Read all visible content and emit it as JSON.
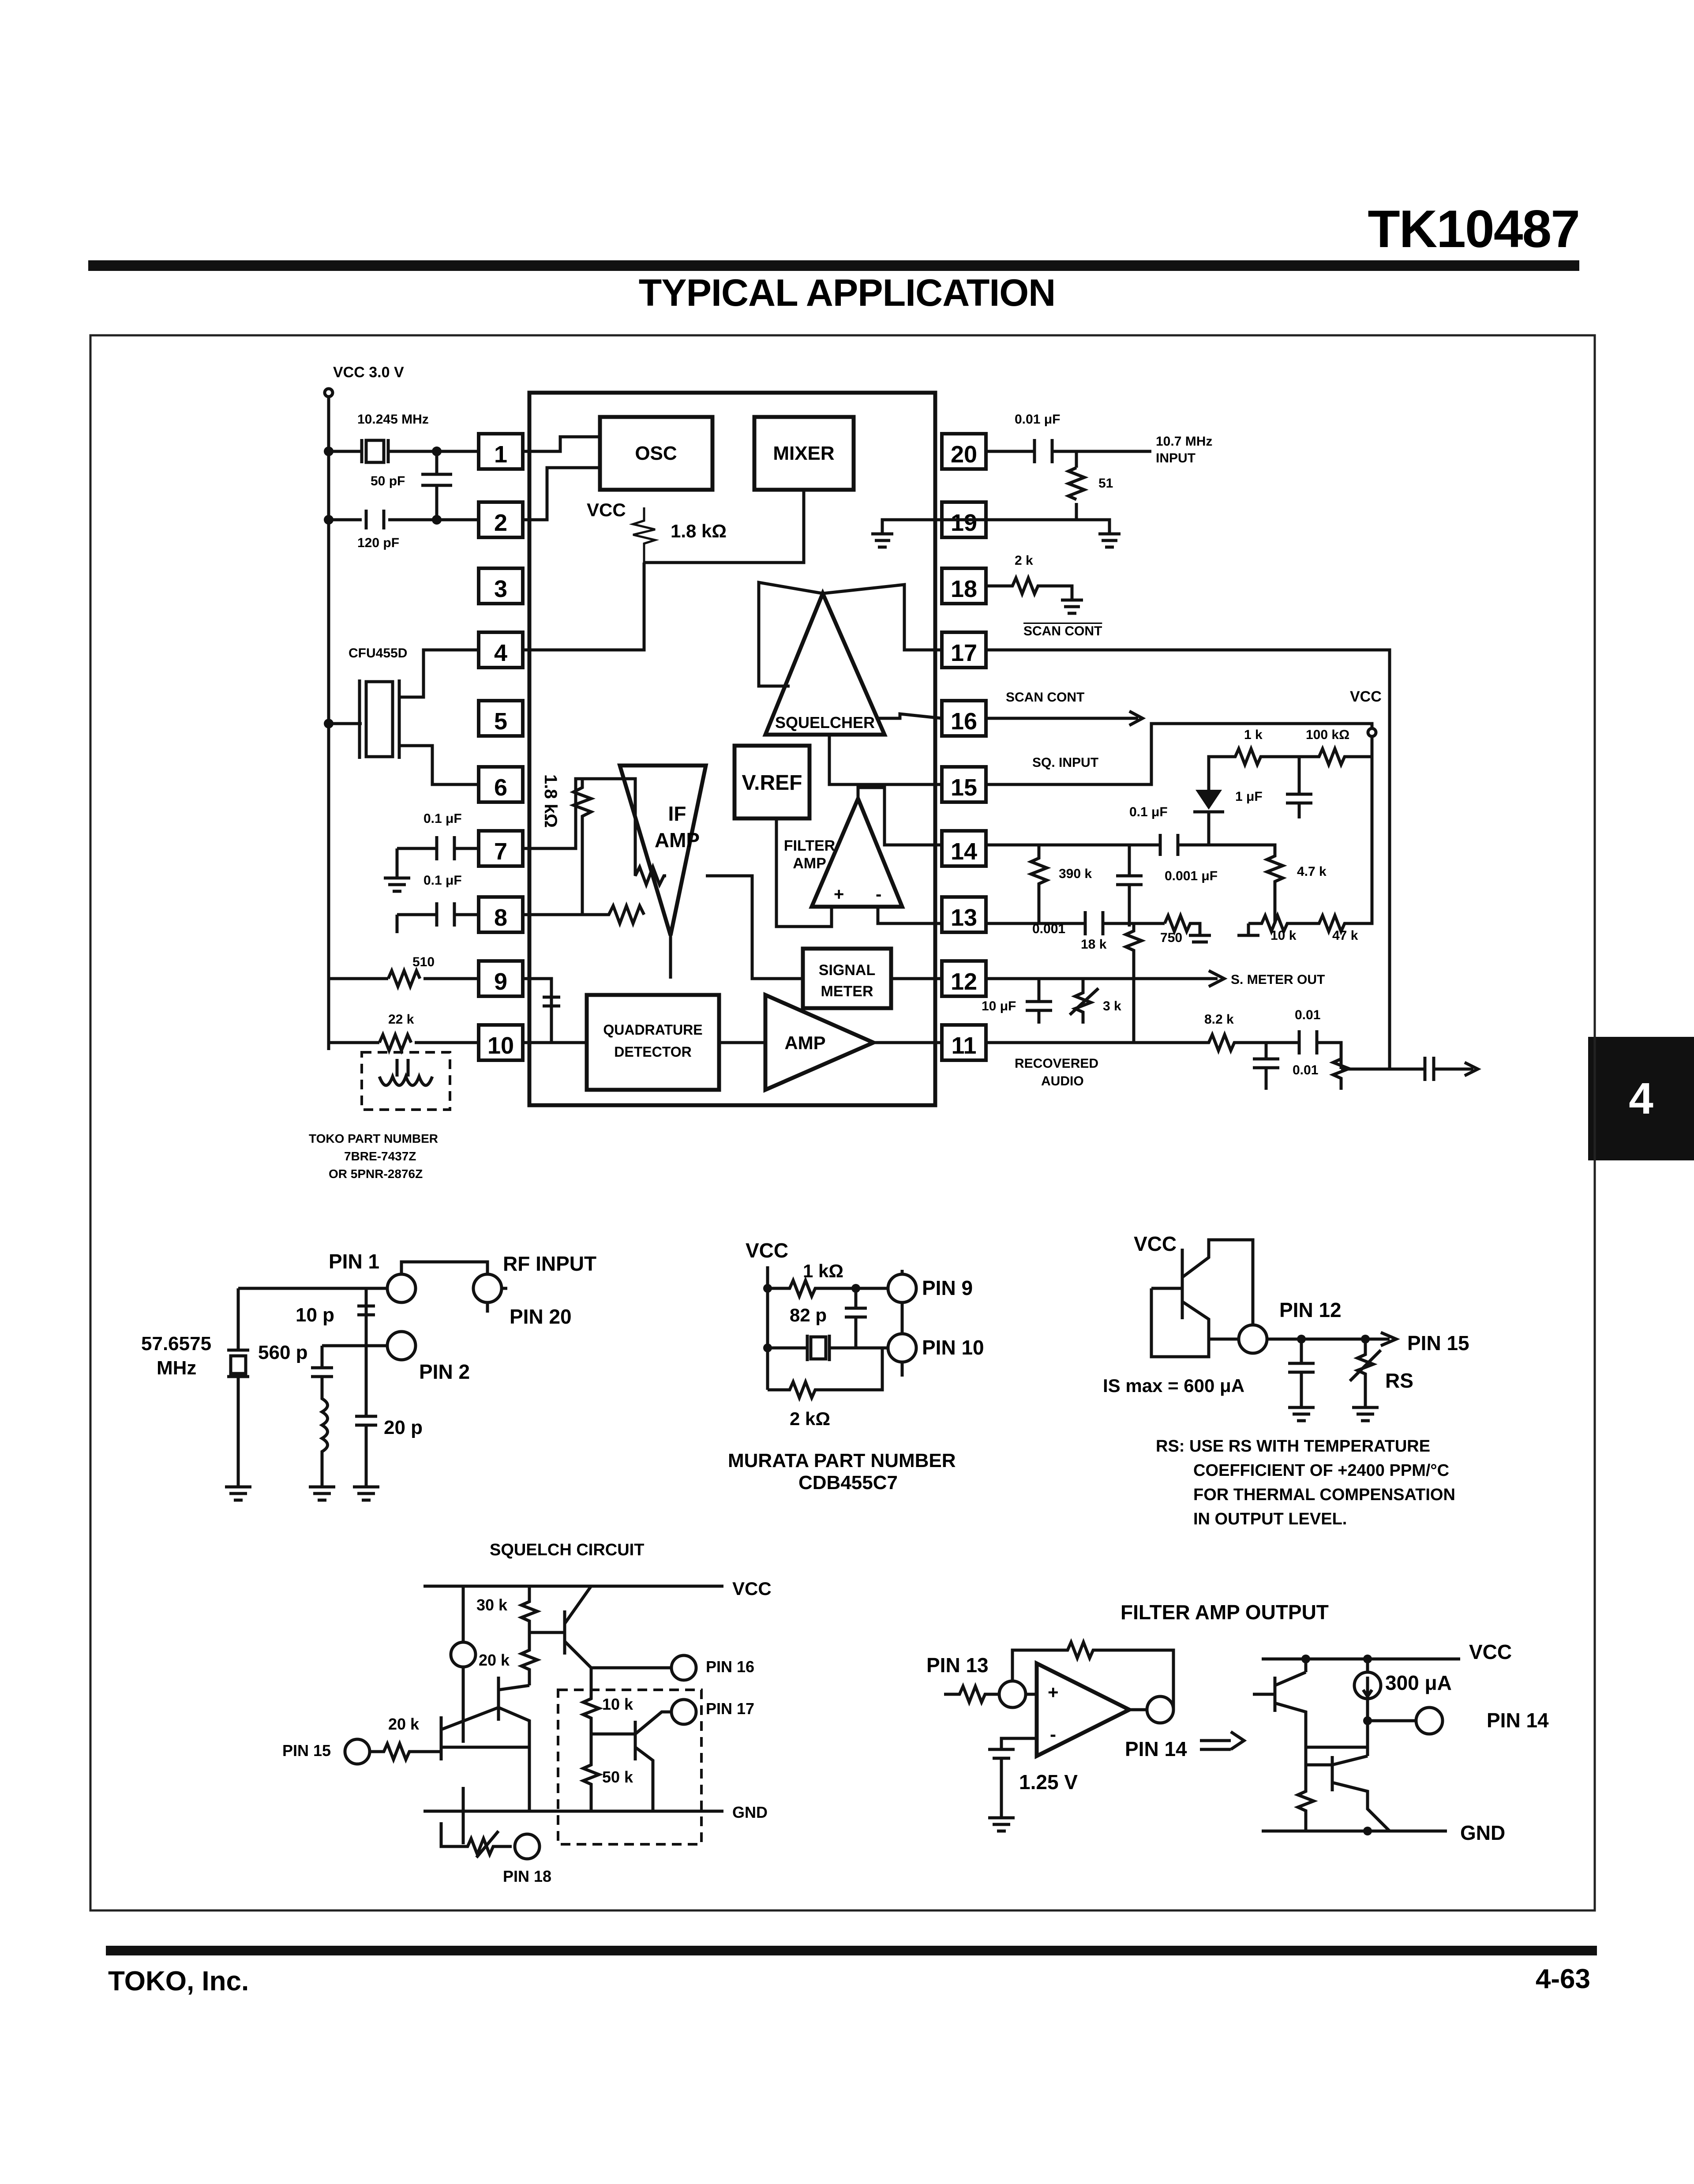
{
  "header": {
    "part_number": "TK10487",
    "section_title": "TYPICAL APPLICATION"
  },
  "side_tab": {
    "label": "4"
  },
  "footer": {
    "company": "TOKO, Inc.",
    "page": "4-63"
  },
  "main_circuit": {
    "vcc_supply": "VCC 3.0 V",
    "pins_left": [
      "1",
      "2",
      "3",
      "4",
      "5",
      "6",
      "7",
      "8",
      "9",
      "10"
    ],
    "pins_right": [
      "20",
      "19",
      "18",
      "17",
      "16",
      "15",
      "14",
      "13",
      "12",
      "11"
    ],
    "blocks": {
      "osc": "OSC",
      "mixer": "MIXER",
      "vcc_inner": "VCC",
      "res_1_8k": "1.8 kΩ",
      "squelcher": "SQUELCHER",
      "vref": "V.REF",
      "if_amp_1": "IF",
      "if_amp_2": "AMP",
      "filter_amp_1": "FILTER",
      "filter_amp_2": "AMP",
      "signal_meter_1": "SIGNAL",
      "signal_meter_2": "METER",
      "quad_det_1": "QUADRATURE",
      "quad_det_2": "DETECTOR",
      "amp": "AMP",
      "res_1_8k_vertical": "1.8 kΩ"
    },
    "left_labels": {
      "crystal": "10.245 MHz",
      "cap_50pf": "50 pF",
      "cap_120pf": "120 pF",
      "filter": "CFU455D",
      "cap7": "0.1 μF",
      "cap8": "0.1 μF",
      "res9": "510",
      "res10": "22 k",
      "toko_1": "TOKO PART NUMBER",
      "toko_2": "7BRE-7437Z",
      "toko_3": "OR 5PNR-2876Z"
    },
    "right_labels": {
      "cap20": "0.01 μF",
      "input_1": "10.7 MHz",
      "input_2": "INPUT",
      "res51": "51",
      "res18": "2 k",
      "scan_cont_bar": "SCAN CONT",
      "scan_cont": "SCAN CONT",
      "vcc": "VCC",
      "sq_input": "SQ. INPUT",
      "r1k": "1 k",
      "r100k": "100 kΩ",
      "c1uf": "1 μF",
      "c01uf": "0.1 μF",
      "r390k": "390 k",
      "c0001uf": "0.001 μF",
      "r47k_small": "4.7 k",
      "c0001": "0.001",
      "r750": "750",
      "r18k": "18 k",
      "r10k": "10 k",
      "r47k": "47 k",
      "s_meter_out": "S. METER OUT",
      "c10uf": "10 μF",
      "r3k": "3 k",
      "r82k": "8.2 k",
      "c001_a": "0.01",
      "c001_b": "0.01",
      "recovered_1": "RECOVERED",
      "recovered_2": "AUDIO"
    }
  },
  "crystal_circuit": {
    "pin1": "PIN 1",
    "rf_input": "RF INPUT",
    "pin20": "PIN 20",
    "pin2": "PIN 2",
    "c10p": "10 p",
    "c560p": "560 p",
    "c20p": "20 p",
    "freq_1": "57.6575",
    "freq_2": "MHz"
  },
  "murata_circuit": {
    "vcc": "VCC",
    "r1k": "1 kΩ",
    "c82p": "82 p",
    "r2k": "2 kΩ",
    "pin9": "PIN 9",
    "pin10": "PIN 10",
    "part_1": "MURATA PART NUMBER",
    "part_2": "CDB455C7"
  },
  "meter_circuit": {
    "vcc": "VCC",
    "pin12": "PIN 12",
    "pin15": "PIN 15",
    "rs": "RS",
    "is_max": "IS max = 600 μA",
    "note_1": "RS:  USE RS WITH TEMPERATURE",
    "note_2": "COEFFICIENT OF +2400 PPM/°C",
    "note_3": "FOR THERMAL COMPENSATION",
    "note_4": "IN OUTPUT LEVEL."
  },
  "squelch_circuit": {
    "title": "SQUELCH CIRCUIT",
    "vcc": "VCC",
    "r30k": "30 k",
    "r20k_a": "20 k",
    "r20k_b": "20 k",
    "r10k": "10 k",
    "r50k": "50 k",
    "pin15": "PIN 15",
    "pin16": "PIN 16",
    "pin17": "PIN 17",
    "pin18": "PIN 18",
    "gnd": "GND"
  },
  "filter_amp_output": {
    "title": "FILTER AMP OUTPUT",
    "pin13": "PIN 13",
    "pin14_a": "PIN 14",
    "v125": "1.25 V",
    "vcc": "VCC",
    "i300": "300 μA",
    "pin14_b": "PIN 14",
    "gnd": "GND"
  }
}
